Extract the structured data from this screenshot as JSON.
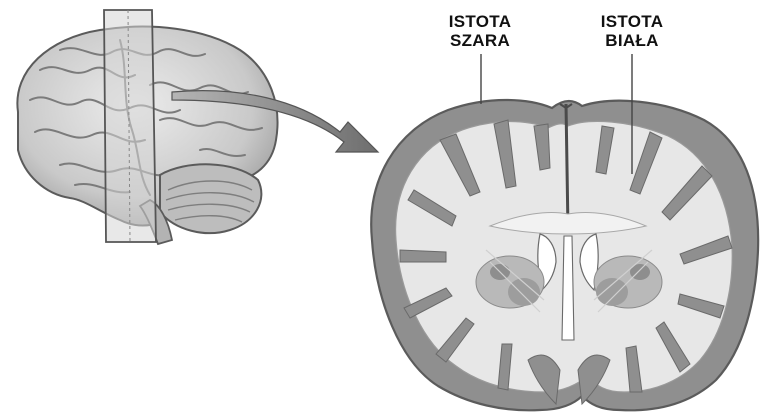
{
  "labels": {
    "gray_matter": {
      "line1": "ISTOTA",
      "line2": "SZARA"
    },
    "white_matter": {
      "line1": "ISTOTA",
      "line2": "BIAŁA"
    }
  },
  "colors": {
    "gray_matter": "#8f8f8f",
    "white_matter": "#e7e7e7",
    "outline": "#5b5b5b",
    "arrow": "#7a7a7a",
    "brain_surface": "#d4d4d4"
  },
  "icons": [
    "brain-side-view-icon",
    "coronal-section-plane-icon",
    "arrow-icon",
    "coronal-brain-slice-icon"
  ]
}
